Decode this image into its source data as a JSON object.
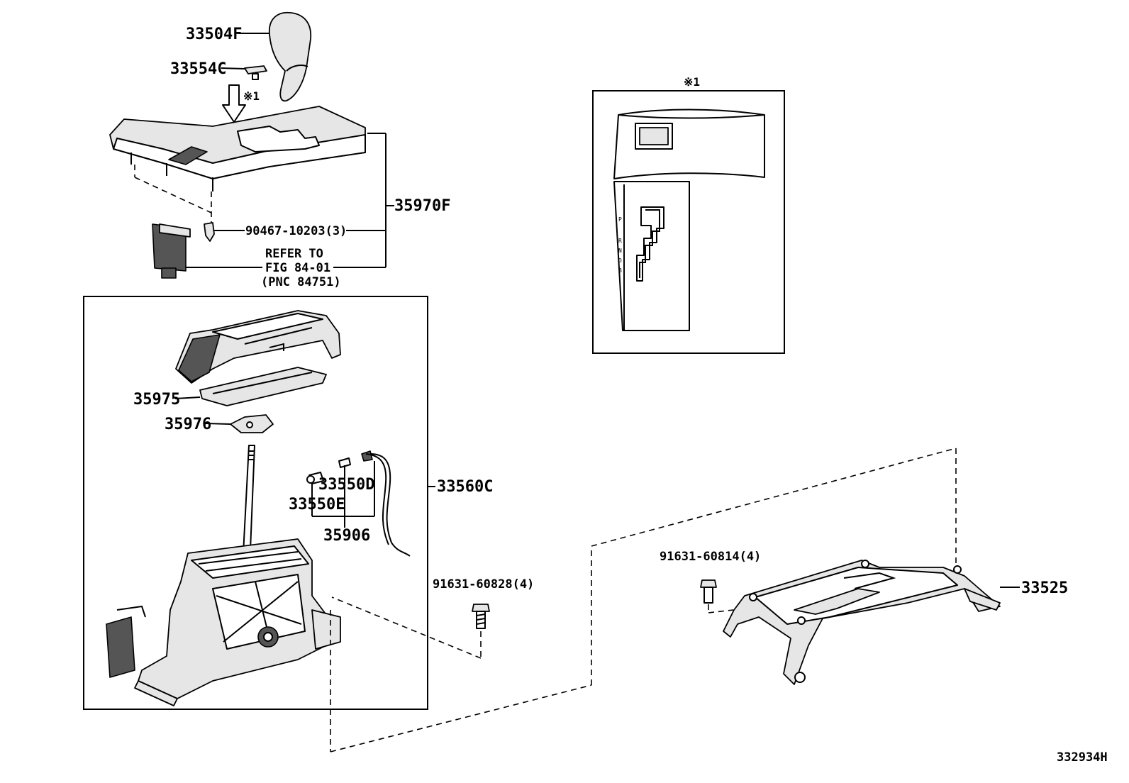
{
  "diagram": {
    "id": "332934H",
    "inset_marker": "※1",
    "callouts": {
      "knob": "33504F",
      "knob_clip": "33554C",
      "inset_ref": "※1",
      "console_panel": "35970F",
      "panel_clip": "90467-10203(3)",
      "refer_line1": "REFER TO",
      "refer_line2": "FIG 84-01",
      "refer_line3": "(PNC 84751)",
      "slide_cover": "35975",
      "slide_plate": "35976",
      "bulb_a": "33550D",
      "bulb_b": "33550E",
      "socket_wire": "35906",
      "shift_lever_assy": "33560C",
      "lever_bolt": "91631-60828(4)",
      "bracket_bolt": "91631-60814(4)",
      "bracket": "33525"
    },
    "inset_gate_letters": [
      "P",
      "R",
      "N",
      "D",
      "B"
    ]
  }
}
